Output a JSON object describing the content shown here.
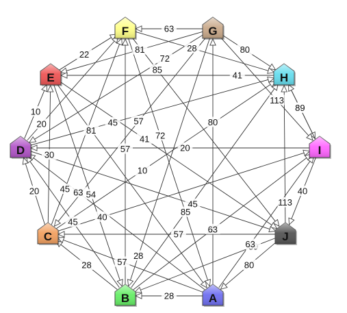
{
  "nodes": [
    {
      "id": "F",
      "label": "F",
      "color": "#ffff88"
    },
    {
      "id": "G",
      "label": "G",
      "color": "#c9a98a"
    },
    {
      "id": "H",
      "label": "H",
      "color": "#66ddee"
    },
    {
      "id": "E",
      "label": "E",
      "color": "#ee5555"
    },
    {
      "id": "D",
      "label": "D",
      "color": "#b255c8"
    },
    {
      "id": "I",
      "label": "I",
      "color": "#ff66ff"
    },
    {
      "id": "C",
      "label": "C",
      "color": "#f2a060"
    },
    {
      "id": "J",
      "label": "J",
      "color": "#555555"
    },
    {
      "id": "B",
      "label": "B",
      "color": "#66ee66"
    },
    {
      "id": "A",
      "label": "A",
      "color": "#6f6ff0"
    }
  ],
  "edges": [
    {
      "source": "G",
      "target": "F",
      "label": "63"
    },
    {
      "source": "G",
      "target": "H",
      "label": "80"
    },
    {
      "source": "H",
      "target": "I",
      "label": "40"
    },
    {
      "source": "I",
      "target": "J",
      "label": "40"
    },
    {
      "source": "J",
      "target": "A",
      "label": "80"
    },
    {
      "source": "A",
      "target": "B",
      "label": "28"
    },
    {
      "source": "B",
      "target": "C",
      "label": "28"
    },
    {
      "source": "C",
      "target": "D",
      "label": "20"
    },
    {
      "source": "D",
      "target": "E",
      "label": "10"
    },
    {
      "source": "E",
      "target": "F",
      "label": "22"
    },
    {
      "source": "F",
      "target": "H",
      "label": "28"
    },
    {
      "source": "G",
      "target": "E",
      "label": "81"
    },
    {
      "source": "G",
      "target": "I",
      "label": "113"
    },
    {
      "source": "H",
      "target": "E",
      "label": "41"
    },
    {
      "source": "I",
      "target": "D",
      "label": "20"
    },
    {
      "source": "I",
      "target": "H",
      "label": "89"
    },
    {
      "source": "J",
      "target": "C",
      "label": "57"
    },
    {
      "source": "J",
      "target": "H",
      "label": "113"
    },
    {
      "source": "J",
      "target": "B",
      "label": "89"
    },
    {
      "source": "A",
      "target": "C",
      "label": "57"
    },
    {
      "source": "A",
      "target": "G",
      "label": "80"
    },
    {
      "source": "B",
      "target": "F",
      "label": "57"
    },
    {
      "source": "B",
      "target": "D",
      "label": "45"
    },
    {
      "source": "C",
      "target": "E",
      "label": "30"
    },
    {
      "source": "D",
      "target": "F",
      "label": "20"
    },
    {
      "source": "D",
      "target": "H",
      "label": "45"
    },
    {
      "source": "G",
      "target": "D",
      "label": "72"
    },
    {
      "source": "G",
      "target": "C",
      "label": "57"
    },
    {
      "source": "G",
      "target": "B",
      "label": "28"
    },
    {
      "source": "F",
      "target": "J",
      "label": "85"
    },
    {
      "source": "E",
      "target": "J",
      "label": "41"
    },
    {
      "source": "E",
      "target": "B",
      "label": "54"
    },
    {
      "source": "E",
      "target": "A",
      "label": "81"
    },
    {
      "source": "D",
      "target": "J",
      "label": "45"
    },
    {
      "source": "C",
      "target": "I",
      "label": "40"
    },
    {
      "source": "C",
      "target": "H",
      "label": "10"
    },
    {
      "source": "F",
      "target": "A",
      "label": "72"
    },
    {
      "source": "B",
      "target": "I",
      "label": "63"
    },
    {
      "source": "B",
      "target": "H",
      "label": "85"
    },
    {
      "source": "A",
      "target": "I",
      "label": "63"
    },
    {
      "source": "A",
      "target": "D",
      "label": "63"
    },
    {
      "source": "C",
      "target": "F",
      "label": "45"
    }
  ]
}
